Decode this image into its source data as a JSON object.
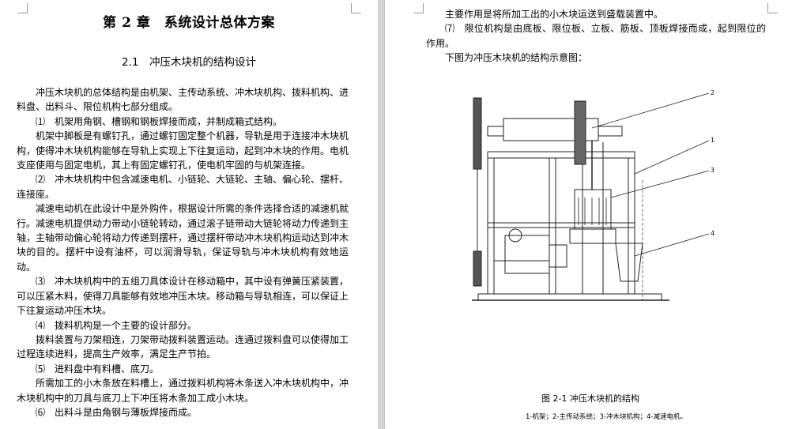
{
  "left_page": {
    "chapter_title": "第 2 章　系统设计总体方案",
    "section_title": "2.1　冲压木块机的结构设计",
    "paragraphs": [
      "冲压木块机的总体结构是由机架、主传动系统、冲木块机构、拨料机构、进料盘、出料斗、限位机构七部分组成。",
      "⑴　机架用角钢、槽钢和钢板焊接而成，并制成箱式结构。",
      "机架中脚板是有螺钉孔，通过螺钉固定整个机器，导轨是用于连接冲木块机构，使得冲木块机构能够在导轨上实现上下往复运动，起到冲木块的作用。电机支座使用与固定电机，其上有固定螺钉孔，使电机牢固的与机架连接。",
      "⑵　冲木块机构中包含减速电机、小链轮、大链轮、主轴、偏心轮、摆杆、连接座。",
      "减速电动机在此设计中是外购件，根据设计所需的条件选择合适的减速机就行。减速电机提供动力带动小链轮转动，通过滚子链带动大链轮将动力传递到主轴，主轴带动偏心轮将动力传递到摆杆，通过摆杆带动冲木块机构运动达到冲木块的目的。摆杆中设有油杯，可以润滑导轨，保证导轨与冲木块机构有效地运动。",
      "⑶　冲木块机构中的五组刀具体设计在移动箱中，其中设有弹簧压紧装置，可以压紧木料，使得刀具能够有效地冲压木块。移动箱与导轨相连，可以保证上下往复运动冲压木块。",
      "⑷　拨料机构是一个主要的设计部分。",
      "拨料装置与刀架相连，刀架带动拨料装置运动。连通过拨料盘可以使得加工过程连续进料，提高生产效率，满足生产节拍。",
      "⑸　进料盘中有料槽、底刀。",
      "所需加工的小木条放在料槽上，通过拨料机构将木条送入冲木块机构中，冲木块机构中的刀具与底刀上下冲压将木条加工成小木块。",
      "⑹　出料斗是由角钢与薄板焊接而成。"
    ]
  },
  "right_page": {
    "paragraphs": [
      "主要作用是将所加工出的小木块运送到盛载装置中。",
      "⑺　限位机构是由底板、限位板、立板、筋板、顶板焊接而成，起到限位的作用。",
      "下图为冲压木块机的结构示意图："
    ],
    "figure_caption": "图 2-1 冲压木块机的结构",
    "figure_legend": "1-机架；2-主传动系统；3-冲木块机构；4-减速电机。",
    "callouts": [
      "2",
      "1",
      "3",
      "4"
    ]
  }
}
